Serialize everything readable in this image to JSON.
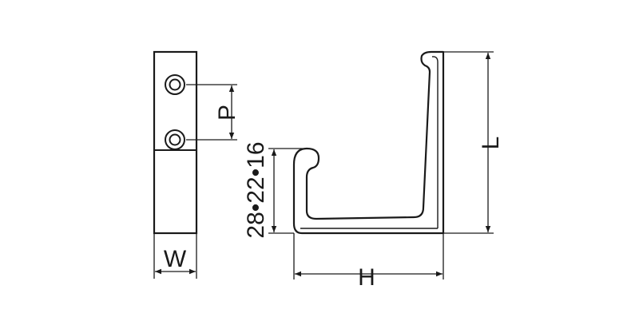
{
  "colors": {
    "line": "#1a1a1a",
    "background": "#ffffff"
  },
  "labels": {
    "width": "W",
    "pitch": "P",
    "height": "H",
    "length": "L",
    "sizes": "28•22•16"
  }
}
